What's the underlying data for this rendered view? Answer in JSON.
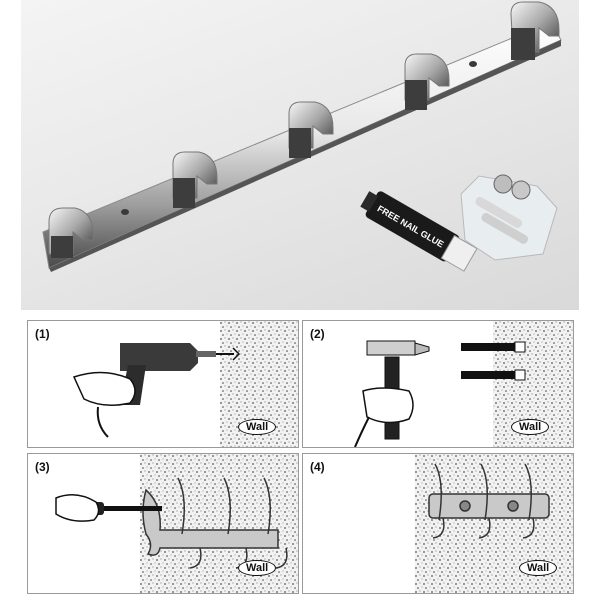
{
  "glue_label": "FREE NAIL GLUE",
  "steps": [
    {
      "number": "(1)",
      "wall_label": "Wall"
    },
    {
      "number": "(2)",
      "wall_label": "Wall"
    },
    {
      "number": "(3)",
      "wall_label": "Wall"
    },
    {
      "number": "(4)",
      "wall_label": "Wall"
    }
  ]
}
